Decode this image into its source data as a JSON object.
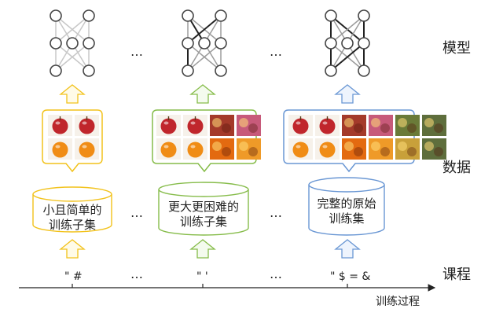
{
  "row_labels": {
    "model": "模型",
    "data": "数据",
    "curriculum": "课程"
  },
  "axis_label": "训练过程",
  "ellipsis": "…",
  "stages": [
    {
      "subset_line1": "小且简单的",
      "subset_line2": "训练子集",
      "curriculum_mark": "\" #",
      "color": "#f2c21b"
    },
    {
      "subset_line1": "更大更困难的",
      "subset_line2": "训练子集",
      "curriculum_mark": "\" '",
      "color": "#86bc4a"
    },
    {
      "subset_line1": "完整的原始",
      "subset_line2": "训练集",
      "curriculum_mark": "\" $ = &",
      "color": "#6a97d4"
    }
  ],
  "image_thumbnails": {
    "stage1": [
      "apple",
      "apple",
      "orange",
      "orange"
    ],
    "stage2": [
      "apple",
      "apple",
      "fruit-varied",
      "fig",
      "orange",
      "orange",
      "orange-pile",
      "orange-cut"
    ],
    "stage3": [
      "apple",
      "apple",
      "fruit-varied",
      "fig",
      "fruit-stall",
      "market",
      "orange",
      "orange",
      "orange-pile",
      "orange-cut",
      "fruit-mixed",
      "market"
    ]
  },
  "thumbnail_colors": {
    "apple": "#c0262c",
    "orange": "#f08c15",
    "fruit-varied": "#a43a2a",
    "fig": "#c75a7a",
    "orange-pile": "#e36a10",
    "orange-cut": "#ef9a28",
    "fruit-stall": "#6a7a38",
    "market": "#5e6e3c",
    "fruit-mixed": "#c8a03a"
  }
}
